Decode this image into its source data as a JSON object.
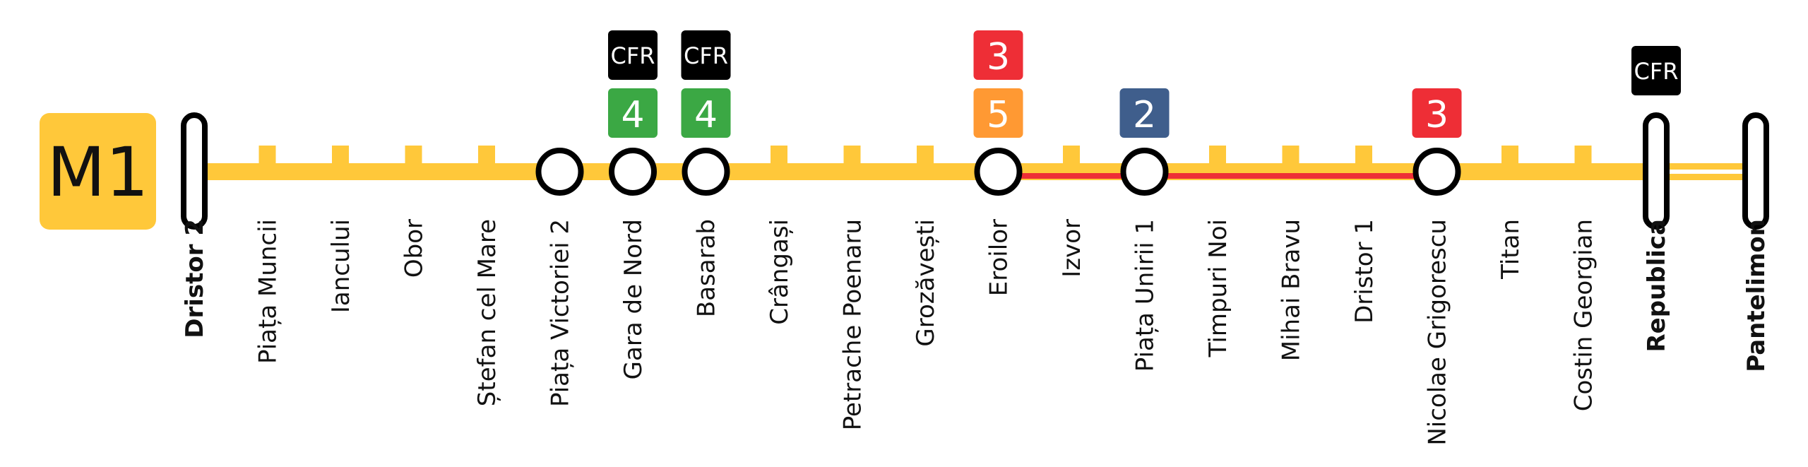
{
  "line": {
    "label": "M1",
    "color": "#FFC83A",
    "shared_segment_color": "#EE2E36"
  },
  "badge_colors": {
    "CFR": "#000000",
    "2": "#3F5E8C",
    "3": "#EE2E36",
    "4": "#3BA844",
    "5": "#FF9933"
  },
  "stations": [
    {
      "name": "Dristor 2",
      "type": "terminus",
      "badges": []
    },
    {
      "name": "Piața Muncii",
      "type": "stop",
      "badges": []
    },
    {
      "name": "Iancului",
      "type": "stop",
      "badges": []
    },
    {
      "name": "Obor",
      "type": "stop",
      "badges": []
    },
    {
      "name": "Ștefan cel Mare",
      "type": "stop",
      "badges": []
    },
    {
      "name": "Piața Victoriei 2",
      "type": "interchange",
      "badges": []
    },
    {
      "name": "Gara de Nord",
      "type": "interchange",
      "badges": [
        "4",
        "CFR"
      ]
    },
    {
      "name": "Basarab",
      "type": "interchange",
      "badges": [
        "4",
        "CFR"
      ]
    },
    {
      "name": "Crângași",
      "type": "stop",
      "badges": []
    },
    {
      "name": "Petrache Poenaru",
      "type": "stop",
      "badges": []
    },
    {
      "name": "Grozăvești",
      "type": "stop",
      "badges": []
    },
    {
      "name": "Eroilor",
      "type": "interchange",
      "badges": [
        "5",
        "3"
      ]
    },
    {
      "name": "Izvor",
      "type": "stop",
      "badges": []
    },
    {
      "name": "Piața Unirii 1",
      "type": "interchange",
      "badges": [
        "2"
      ]
    },
    {
      "name": "Timpuri Noi",
      "type": "stop",
      "badges": []
    },
    {
      "name": "Mihai Bravu",
      "type": "stop",
      "badges": []
    },
    {
      "name": "Dristor 1",
      "type": "stop",
      "badges": []
    },
    {
      "name": "Nicolae Grigorescu",
      "type": "interchange",
      "badges": [
        "3"
      ]
    },
    {
      "name": "Titan",
      "type": "stop",
      "badges": []
    },
    {
      "name": "Costin Georgian",
      "type": "stop",
      "badges": []
    },
    {
      "name": "Republica",
      "type": "terminus",
      "badges": [
        "CFR"
      ]
    },
    {
      "name": "Pantelimon",
      "type": "terminus",
      "badges": []
    }
  ],
  "shared_segment": {
    "from": "Eroilor",
    "to": "Nicolae Grigorescu",
    "with_line": "3"
  }
}
